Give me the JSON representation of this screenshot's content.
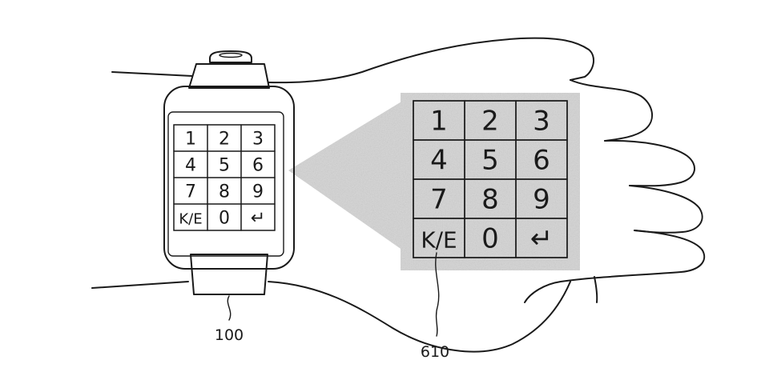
{
  "keypad": {
    "rows": [
      [
        "1",
        "2",
        "3"
      ],
      [
        "4",
        "5",
        "6"
      ],
      [
        "7",
        "8",
        "9"
      ],
      [
        "K/E",
        "0",
        "↵"
      ]
    ]
  },
  "labels": {
    "device_ref": "100",
    "projection_ref": "610"
  },
  "colors": {
    "line": "#1a1a1a",
    "projection_fill": "#d4d4d4",
    "background": "#ffffff"
  }
}
